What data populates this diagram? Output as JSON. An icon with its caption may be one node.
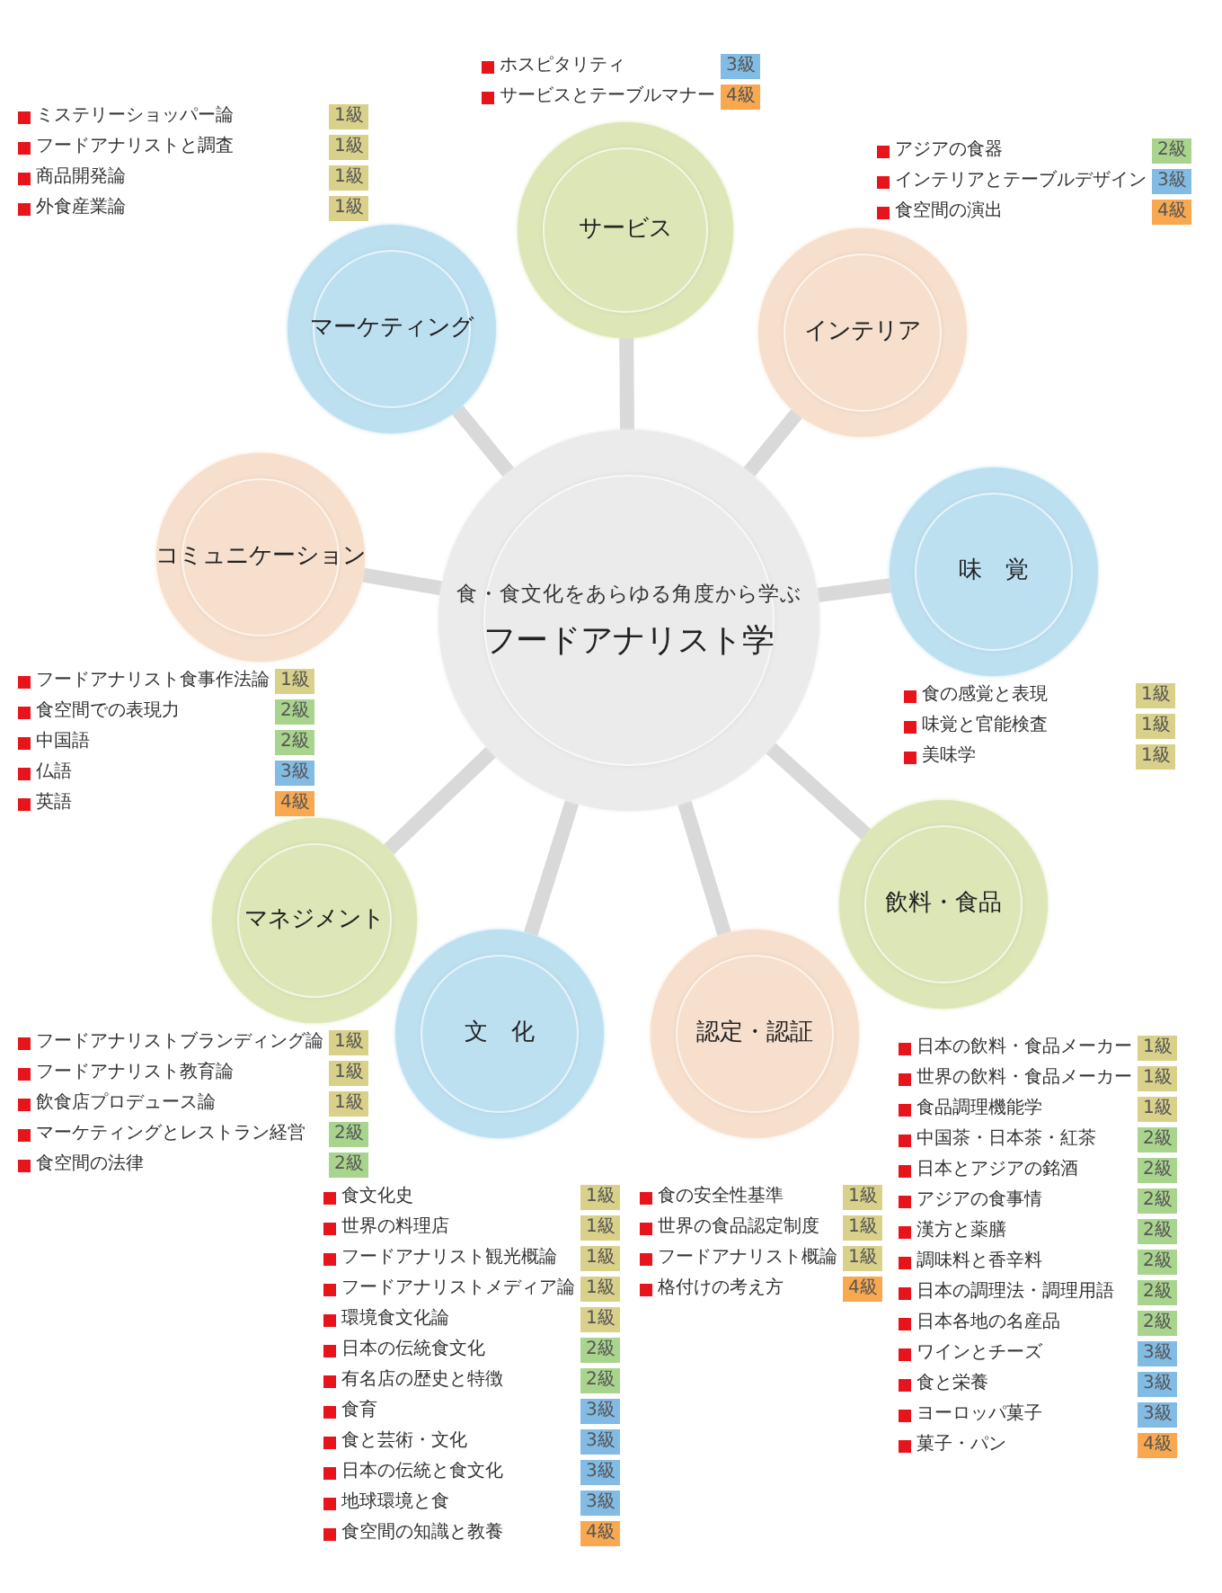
{
  "diagram": {
    "nodes": [
      {
        "text": [
          "食・食文化をあらゆる角度から学ぶ",
          "フードアナリスト学"
        ]
      },
      {
        "text": [
          "サービス"
        ],
        "beside": [
          "ホスピタリティ",
          "3級",
          "サービスとテーブルマナー",
          "4級"
        ]
      },
      {
        "text": [
          "インテリア"
        ],
        "beside": [
          "アジアの食器",
          "2級",
          "インテリアとテーブルデザイン",
          "3級",
          "食空間の演出",
          "4級"
        ]
      },
      {
        "text": [
          "味　覚"
        ],
        "beside": [
          "食の感覚と表現",
          "1級",
          "味覚と官能検査",
          "1級",
          "美味学",
          "1級"
        ]
      },
      {
        "text": [
          "飲料・食品"
        ],
        "beside": [
          "日本の飲料・食品メーカー",
          "1級",
          "世界の飲料・食品メーカー",
          "1級",
          "食品調理機能学",
          "1級",
          "中国茶・日本茶・紅茶",
          "2級",
          "日本とアジアの銘酒",
          "2級",
          "アジアの食事情",
          "2級",
          "漢方と薬膳",
          "2級",
          "調味料と香辛料",
          "2級",
          "日本の調理法・調理用語",
          "2級",
          "日本各地の名産品",
          "2級",
          "ワインとチーズ",
          "3級",
          "食と栄養",
          "3級",
          "ヨーロッパ菓子",
          "3級",
          "菓子・パン",
          "4級"
        ]
      },
      {
        "text": [
          "認定・認証"
        ],
        "beside": [
          "食の安全性基準",
          "1級",
          "世界の食品認定制度",
          "1級",
          "フードアナリスト概論",
          "1級",
          "格付けの考え方",
          "4級"
        ]
      },
      {
        "text": [
          "文　化"
        ],
        "beside": [
          "食文化史",
          "1級",
          "世界の料理店",
          "1級",
          "フードアナリスト観光概論",
          "1級",
          "フードアナリストメディア論",
          "1級",
          "環境食文化論",
          "1級",
          "日本の伝統食文化",
          "2級",
          "有名店の歴史と特徴",
          "2級",
          "食育",
          "3級",
          "食と芸術・文化",
          "3級",
          "日本の伝統と食文化",
          "3級",
          "地球環境と食",
          "3級",
          "食空間の知識と教養",
          "4級"
        ]
      },
      {
        "text": [
          "マネジメント"
        ],
        "beside": [
          "フードアナリストブランディング論",
          "1級",
          "フードアナリスト教育論",
          "1級",
          "飲食店プロデュース論",
          "1級",
          "マーケティングとレストラン経営",
          "2級",
          "食空間の法律",
          "2級"
        ]
      },
      {
        "text": [
          "コミュニケーション"
        ],
        "beside": [
          "フードアナリスト食事作法論",
          "1級",
          "食空間での表現力",
          "2級",
          "中国語",
          "2級",
          "仏語",
          "3級",
          "英語",
          "4級"
        ]
      },
      {
        "text": [
          "マーケティング"
        ],
        "beside": [
          "ミステリーショッパー論",
          "1級",
          "フードアナリストと調査",
          "1級",
          "商品開発論",
          "1級",
          "外食産業論",
          "1級"
        ]
      }
    ],
    "edges": [
      {
        "from": 0,
        "to": 1,
        "arrow": "none"
      },
      {
        "from": 0,
        "to": 2,
        "arrow": "none"
      },
      {
        "from": 0,
        "to": 3,
        "arrow": "none"
      },
      {
        "from": 0,
        "to": 4,
        "arrow": "none"
      },
      {
        "from": 0,
        "to": 5,
        "arrow": "none"
      },
      {
        "from": 0,
        "to": 6,
        "arrow": "none"
      },
      {
        "from": 0,
        "to": 7,
        "arrow": "none"
      },
      {
        "from": 0,
        "to": 8,
        "arrow": "none"
      },
      {
        "from": 0,
        "to": 9,
        "arrow": "none"
      }
    ]
  }
}
